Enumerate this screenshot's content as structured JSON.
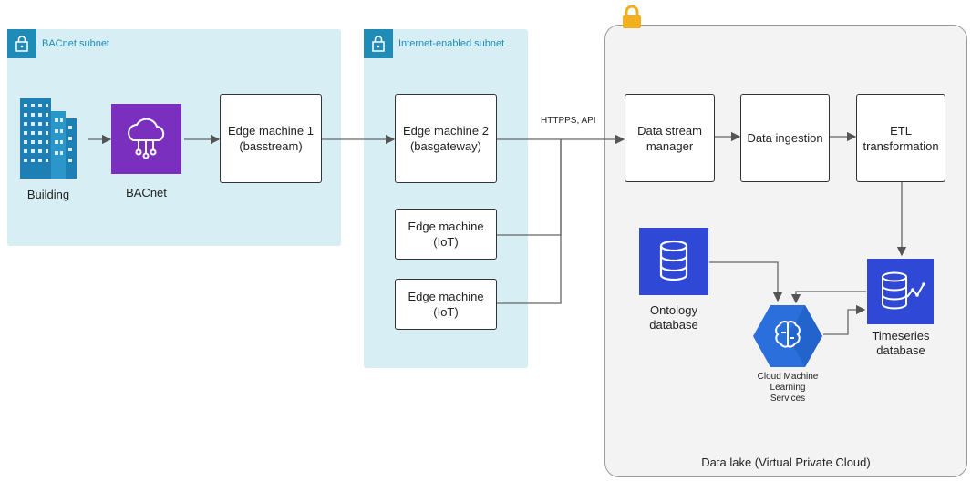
{
  "subnets": {
    "bacnet": {
      "title": "BACnet subnet"
    },
    "internet": {
      "title": "Internet-enabled subnet"
    }
  },
  "vpc": {
    "title": "Data lake (Virtual Private Cloud)"
  },
  "nodes": {
    "building": "Building",
    "bacnet": "BACnet",
    "edge1": "Edge machine 1\n(basstream)",
    "edge2": "Edge machine 2\n(basgateway)",
    "edge_iot_1": "Edge machine\n(IoT)",
    "edge_iot_2": "Edge machine\n(IoT)",
    "stream_manager": "Data stream\nmanager",
    "ingestion": "Data ingestion",
    "etl": "ETL\ntransformation",
    "ontology_db": "Ontology\ndatabase",
    "timeseries_db": "Timeseries\ndatabase",
    "ml": "Cloud Machine\nLearning\nServices"
  },
  "edges": {
    "https_label": "HTTPPS, API"
  },
  "colors": {
    "subnet_bg": "#d7eef5",
    "subnet_accent": "#1f8cb8",
    "vpc_bg": "#f3f3f3",
    "lock": "#f2b01e",
    "bacnet_icon": "#7b2fbf",
    "db_icon": "#2f48d6",
    "ml_icon": "#2a6fdb",
    "building_icon": "#1d7fb3"
  },
  "icons": [
    "lock-icon",
    "building-icon",
    "cloud-network-icon",
    "database-icon",
    "timeseries-icon",
    "brain-icon"
  ]
}
